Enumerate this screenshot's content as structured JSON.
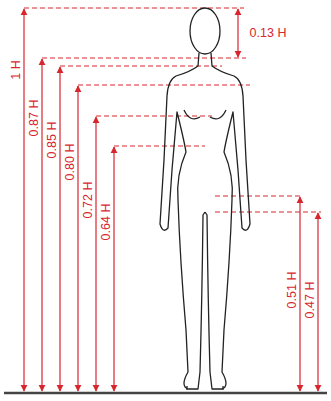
{
  "diagram": {
    "labels": [
      "0.13 H",
      "1 H",
      "0.87 H",
      "0.85 H",
      "0.80 H",
      "0.72 H",
      "0.64 H",
      "0.51 H",
      "0.47 H"
    ]
  }
}
